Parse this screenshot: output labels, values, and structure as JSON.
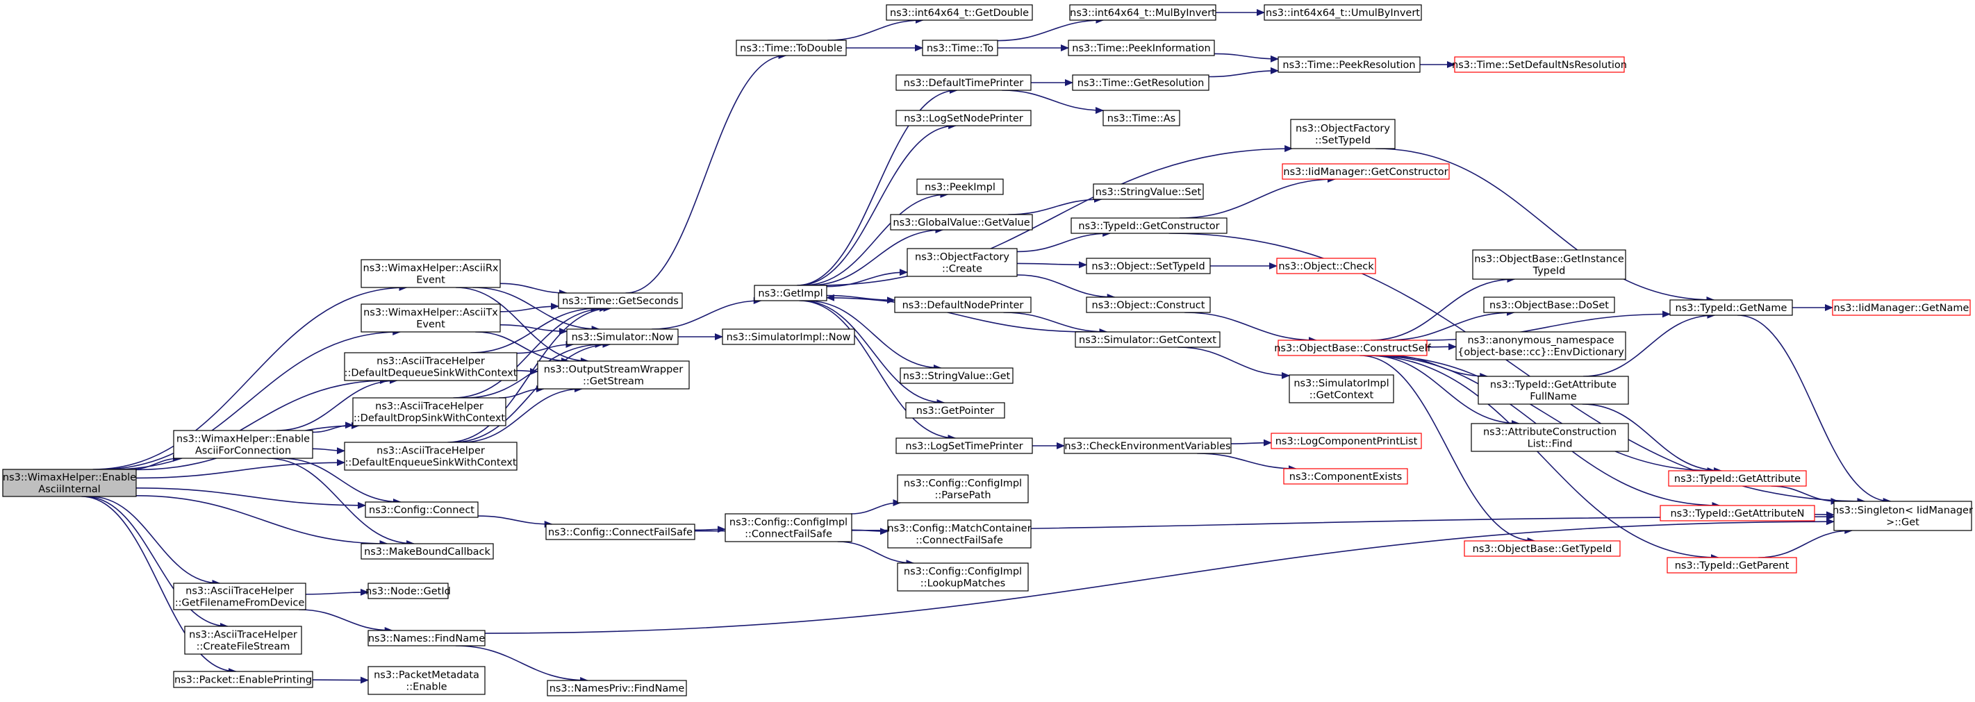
{
  "graph": {
    "colors": {
      "edge": "#191970",
      "node_border": "#000000",
      "node_border_truncated": "#ff0000",
      "root_fill": "#bfbfbf",
      "node_fill": "#ffffff"
    },
    "nodes": [
      {
        "id": "root",
        "lines": [
          "ns3::WimaxHelper::Enable",
          "AsciiInternal"
        ],
        "kind": "root"
      },
      {
        "id": "asciiRx",
        "lines": [
          "ns3::WimaxHelper::AsciiRx",
          "Event"
        ]
      },
      {
        "id": "asciiTx",
        "lines": [
          "ns3::WimaxHelper::AsciiTx",
          "Event"
        ]
      },
      {
        "id": "ddeq",
        "lines": [
          "ns3::AsciiTraceHelper",
          "::DefaultDequeueSinkWithContext"
        ]
      },
      {
        "id": "ddrop",
        "lines": [
          "ns3::AsciiTraceHelper",
          "::DefaultDropSinkWithContext"
        ]
      },
      {
        "id": "enableConn",
        "lines": [
          "ns3::WimaxHelper::Enable",
          "AsciiForConnection"
        ]
      },
      {
        "id": "denq",
        "lines": [
          "ns3::AsciiTraceHelper",
          "::DefaultEnqueueSinkWithContext"
        ]
      },
      {
        "id": "cfgConnect",
        "lines": [
          "ns3::Config::Connect"
        ]
      },
      {
        "id": "makeBound",
        "lines": [
          "ns3::MakeBoundCallback"
        ]
      },
      {
        "id": "getFilename",
        "lines": [
          "ns3::AsciiTraceHelper",
          "::GetFilenameFromDevice"
        ]
      },
      {
        "id": "createFile",
        "lines": [
          "ns3::AsciiTraceHelper",
          "::CreateFileStream"
        ]
      },
      {
        "id": "pktPrinting",
        "lines": [
          "ns3::Packet::EnablePrinting"
        ]
      },
      {
        "id": "getSeconds",
        "lines": [
          "ns3::Time::GetSeconds"
        ]
      },
      {
        "id": "simNow",
        "lines": [
          "ns3::Simulator::Now"
        ]
      },
      {
        "id": "osw",
        "lines": [
          "ns3::OutputStreamWrapper",
          "::GetStream"
        ]
      },
      {
        "id": "nodeGetId",
        "lines": [
          "ns3::Node::GetId"
        ]
      },
      {
        "id": "namesFind",
        "lines": [
          "ns3::Names::FindName"
        ]
      },
      {
        "id": "pmEnable",
        "lines": [
          "ns3::PacketMetadata",
          "::Enable"
        ]
      },
      {
        "id": "namesPriv",
        "lines": [
          "ns3::NamesPriv::FindName"
        ]
      },
      {
        "id": "cfgConnectFS",
        "lines": [
          "ns3::Config::ConnectFailSafe"
        ]
      },
      {
        "id": "timeToDouble",
        "lines": [
          "ns3::Time::ToDouble"
        ]
      },
      {
        "id": "getImpl",
        "lines": [
          "ns3::GetImpl"
        ]
      },
      {
        "id": "simImplNow",
        "lines": [
          "ns3::SimulatorImpl::Now"
        ]
      },
      {
        "id": "cfgImplCFS",
        "lines": [
          "ns3::Config::ConfigImpl",
          "::ConnectFailSafe"
        ]
      },
      {
        "id": "i64GetDouble",
        "lines": [
          "ns3::int64x64_t::GetDouble"
        ]
      },
      {
        "id": "timeTo",
        "lines": [
          "ns3::Time::To"
        ]
      },
      {
        "id": "defTimePrinter",
        "lines": [
          "ns3::DefaultTimePrinter"
        ]
      },
      {
        "id": "logSetNodePrinter",
        "lines": [
          "ns3::LogSetNodePrinter"
        ]
      },
      {
        "id": "peekImpl",
        "lines": [
          "ns3::PeekImpl"
        ]
      },
      {
        "id": "gvGetValue",
        "lines": [
          "ns3::GlobalValue::GetValue"
        ]
      },
      {
        "id": "ofCreate",
        "lines": [
          "ns3::ObjectFactory",
          "::Create"
        ]
      },
      {
        "id": "defNodePrinter",
        "lines": [
          "ns3::DefaultNodePrinter"
        ]
      },
      {
        "id": "svGet",
        "lines": [
          "ns3::StringValue::Get"
        ]
      },
      {
        "id": "getPointer",
        "lines": [
          "ns3::GetPointer"
        ]
      },
      {
        "id": "logSetTimePrinter",
        "lines": [
          "ns3::LogSetTimePrinter"
        ]
      },
      {
        "id": "parsePath",
        "lines": [
          "ns3::Config::ConfigImpl",
          "::ParsePath"
        ]
      },
      {
        "id": "mcCFS",
        "lines": [
          "ns3::Config::MatchContainer",
          "::ConnectFailSafe"
        ]
      },
      {
        "id": "lookupMatches",
        "lines": [
          "ns3::Config::ConfigImpl",
          "::LookupMatches"
        ]
      },
      {
        "id": "i64MulByInvert",
        "lines": [
          "ns3::int64x64_t::MulByInvert"
        ]
      },
      {
        "id": "i64UmulByInvert",
        "lines": [
          "ns3::int64x64_t::UmulByInvert"
        ]
      },
      {
        "id": "peekInformation",
        "lines": [
          "ns3::Time::PeekInformation"
        ]
      },
      {
        "id": "peekResolution",
        "lines": [
          "ns3::Time::PeekResolution"
        ]
      },
      {
        "id": "setDefaultNsRes",
        "lines": [
          "ns3::Time::SetDefaultNsResolution"
        ],
        "kind": "truncated"
      },
      {
        "id": "getResolution",
        "lines": [
          "ns3::Time::GetResolution"
        ]
      },
      {
        "id": "timeAs",
        "lines": [
          "ns3::Time::As"
        ]
      },
      {
        "id": "ofSetTypeId",
        "lines": [
          "ns3::ObjectFactory",
          "::SetTypeId"
        ]
      },
      {
        "id": "iidGetConstructor",
        "lines": [
          "ns3::IidManager::GetConstructor"
        ],
        "kind": "truncated"
      },
      {
        "id": "svSet",
        "lines": [
          "ns3::StringValue::Set"
        ]
      },
      {
        "id": "tidGetConstructor",
        "lines": [
          "ns3::TypeId::GetConstructor"
        ]
      },
      {
        "id": "objSetTypeId",
        "lines": [
          "ns3::Object::SetTypeId"
        ]
      },
      {
        "id": "objCheck",
        "lines": [
          "ns3::Object::Check"
        ],
        "kind": "truncated"
      },
      {
        "id": "objConstruct",
        "lines": [
          "ns3::Object::Construct"
        ]
      },
      {
        "id": "simGetContext",
        "lines": [
          "ns3::Simulator::GetContext"
        ]
      },
      {
        "id": "simImplGetContext",
        "lines": [
          "ns3::SimulatorImpl",
          "::GetContext"
        ]
      },
      {
        "id": "checkEnv",
        "lines": [
          "ns3::CheckEnvironmentVariables"
        ]
      },
      {
        "id": "logCompPrintList",
        "lines": [
          "ns3::LogComponentPrintList"
        ],
        "kind": "truncated"
      },
      {
        "id": "compExists",
        "lines": [
          "ns3::ComponentExists"
        ],
        "kind": "truncated"
      },
      {
        "id": "obConstructSelf",
        "lines": [
          "ns3::ObjectBase::ConstructSelf"
        ],
        "kind": "truncated"
      },
      {
        "id": "obGetInstanceTypeId",
        "lines": [
          "ns3::ObjectBase::GetInstance",
          "TypeId"
        ]
      },
      {
        "id": "obDoSet",
        "lines": [
          "ns3::ObjectBase::DoSet"
        ]
      },
      {
        "id": "envDict",
        "lines": [
          "ns3::anonymous_namespace",
          "{object-base::cc}::EnvDictionary"
        ]
      },
      {
        "id": "tidGetAttrFullName",
        "lines": [
          "ns3::TypeId::GetAttribute",
          "FullName"
        ]
      },
      {
        "id": "acFind",
        "lines": [
          "ns3::AttributeConstruction",
          "List::Find"
        ]
      },
      {
        "id": "tidGetAttribute",
        "lines": [
          "ns3::TypeId::GetAttribute"
        ],
        "kind": "truncated"
      },
      {
        "id": "tidGetAttributeN",
        "lines": [
          "ns3::TypeId::GetAttributeN"
        ],
        "kind": "truncated"
      },
      {
        "id": "obGetTypeId",
        "lines": [
          "ns3::ObjectBase::GetTypeId"
        ],
        "kind": "truncated"
      },
      {
        "id": "tidGetParent",
        "lines": [
          "ns3::TypeId::GetParent"
        ],
        "kind": "truncated"
      },
      {
        "id": "tidGetName",
        "lines": [
          "ns3::TypeId::GetName"
        ]
      },
      {
        "id": "iidGetName",
        "lines": [
          "ns3::IidManager::GetName"
        ],
        "kind": "truncated"
      },
      {
        "id": "singletonGet",
        "lines": [
          "ns3::Singleton< IidManager",
          " >::Get"
        ]
      }
    ],
    "edges": [
      [
        "root",
        "asciiRx"
      ],
      [
        "root",
        "asciiTx"
      ],
      [
        "root",
        "ddeq"
      ],
      [
        "root",
        "ddrop"
      ],
      [
        "root",
        "enableConn"
      ],
      [
        "root",
        "denq"
      ],
      [
        "root",
        "cfgConnect"
      ],
      [
        "root",
        "makeBound"
      ],
      [
        "root",
        "getFilename"
      ],
      [
        "root",
        "createFile"
      ],
      [
        "root",
        "pktPrinting"
      ],
      [
        "asciiRx",
        "getSeconds"
      ],
      [
        "asciiRx",
        "simNow"
      ],
      [
        "asciiRx",
        "osw"
      ],
      [
        "asciiTx",
        "getSeconds"
      ],
      [
        "asciiTx",
        "simNow"
      ],
      [
        "asciiTx",
        "osw"
      ],
      [
        "ddeq",
        "getSeconds"
      ],
      [
        "ddeq",
        "simNow"
      ],
      [
        "ddeq",
        "osw"
      ],
      [
        "ddrop",
        "getSeconds"
      ],
      [
        "ddrop",
        "simNow"
      ],
      [
        "ddrop",
        "osw"
      ],
      [
        "denq",
        "getSeconds"
      ],
      [
        "denq",
        "simNow"
      ],
      [
        "denq",
        "osw"
      ],
      [
        "enableConn",
        "ddeq"
      ],
      [
        "enableConn",
        "ddrop"
      ],
      [
        "enableConn",
        "denq"
      ],
      [
        "enableConn",
        "cfgConnect"
      ],
      [
        "enableConn",
        "makeBound"
      ],
      [
        "cfgConnect",
        "cfgConnectFS"
      ],
      [
        "getFilename",
        "nodeGetId"
      ],
      [
        "getFilename",
        "namesFind"
      ],
      [
        "pktPrinting",
        "pmEnable"
      ],
      [
        "namesFind",
        "namesPriv"
      ],
      [
        "namesFind",
        "singletonGet"
      ],
      [
        "cfgConnectFS",
        "cfgImplCFS"
      ],
      [
        "cfgConnectFS",
        "singletonGet"
      ],
      [
        "cfgImplCFS",
        "parsePath"
      ],
      [
        "cfgImplCFS",
        "mcCFS"
      ],
      [
        "cfgImplCFS",
        "lookupMatches"
      ],
      [
        "getSeconds",
        "timeToDouble"
      ],
      [
        "simNow",
        "getImpl"
      ],
      [
        "simNow",
        "simImplNow"
      ],
      [
        "timeToDouble",
        "i64GetDouble"
      ],
      [
        "timeToDouble",
        "timeTo"
      ],
      [
        "timeTo",
        "i64MulByInvert"
      ],
      [
        "timeTo",
        "peekInformation"
      ],
      [
        "i64MulByInvert",
        "i64UmulByInvert"
      ],
      [
        "peekInformation",
        "peekResolution"
      ],
      [
        "peekResolution",
        "setDefaultNsRes"
      ],
      [
        "getImpl",
        "defTimePrinter"
      ],
      [
        "getImpl",
        "logSetNodePrinter"
      ],
      [
        "getImpl",
        "peekImpl"
      ],
      [
        "getImpl",
        "gvGetValue"
      ],
      [
        "getImpl",
        "ofCreate"
      ],
      [
        "getImpl",
        "defNodePrinter"
      ],
      [
        "getImpl",
        "svGet"
      ],
      [
        "getImpl",
        "getPointer"
      ],
      [
        "getImpl",
        "logSetTimePrinter"
      ],
      [
        "getImpl",
        "ofSetTypeId"
      ],
      [
        "defTimePrinter",
        "getResolution"
      ],
      [
        "defTimePrinter",
        "timeAs"
      ],
      [
        "getResolution",
        "peekResolution"
      ],
      [
        "gvGetValue",
        "svSet"
      ],
      [
        "ofCreate",
        "tidGetConstructor"
      ],
      [
        "ofCreate",
        "objSetTypeId"
      ],
      [
        "ofCreate",
        "objConstruct"
      ],
      [
        "tidGetConstructor",
        "iidGetConstructor"
      ],
      [
        "tidGetConstructor",
        "singletonGet"
      ],
      [
        "objSetTypeId",
        "objCheck"
      ],
      [
        "objConstruct",
        "obConstructSelf"
      ],
      [
        "defNodePrinter",
        "simGetContext"
      ],
      [
        "simGetContext",
        "getImpl"
      ],
      [
        "simGetContext",
        "simImplGetContext"
      ],
      [
        "logSetTimePrinter",
        "checkEnv"
      ],
      [
        "checkEnv",
        "logCompPrintList"
      ],
      [
        "checkEnv",
        "compExists"
      ],
      [
        "ofSetTypeId",
        "tidGetName"
      ],
      [
        "obConstructSelf",
        "obGetInstanceTypeId"
      ],
      [
        "obConstructSelf",
        "obDoSet"
      ],
      [
        "obConstructSelf",
        "envDict"
      ],
      [
        "obConstructSelf",
        "tidGetAttrFullName"
      ],
      [
        "obConstructSelf",
        "acFind"
      ],
      [
        "obConstructSelf",
        "tidGetAttribute"
      ],
      [
        "obConstructSelf",
        "tidGetAttributeN"
      ],
      [
        "obConstructSelf",
        "obGetTypeId"
      ],
      [
        "obConstructSelf",
        "tidGetParent"
      ],
      [
        "obConstructSelf",
        "tidGetName"
      ],
      [
        "tidGetAttrFullName",
        "tidGetName"
      ],
      [
        "tidGetAttrFullName",
        "tidGetAttribute"
      ],
      [
        "tidGetAttribute",
        "singletonGet"
      ],
      [
        "tidGetAttributeN",
        "singletonGet"
      ],
      [
        "tidGetParent",
        "singletonGet"
      ],
      [
        "tidGetName",
        "iidGetName"
      ],
      [
        "tidGetName",
        "singletonGet"
      ]
    ]
  }
}
